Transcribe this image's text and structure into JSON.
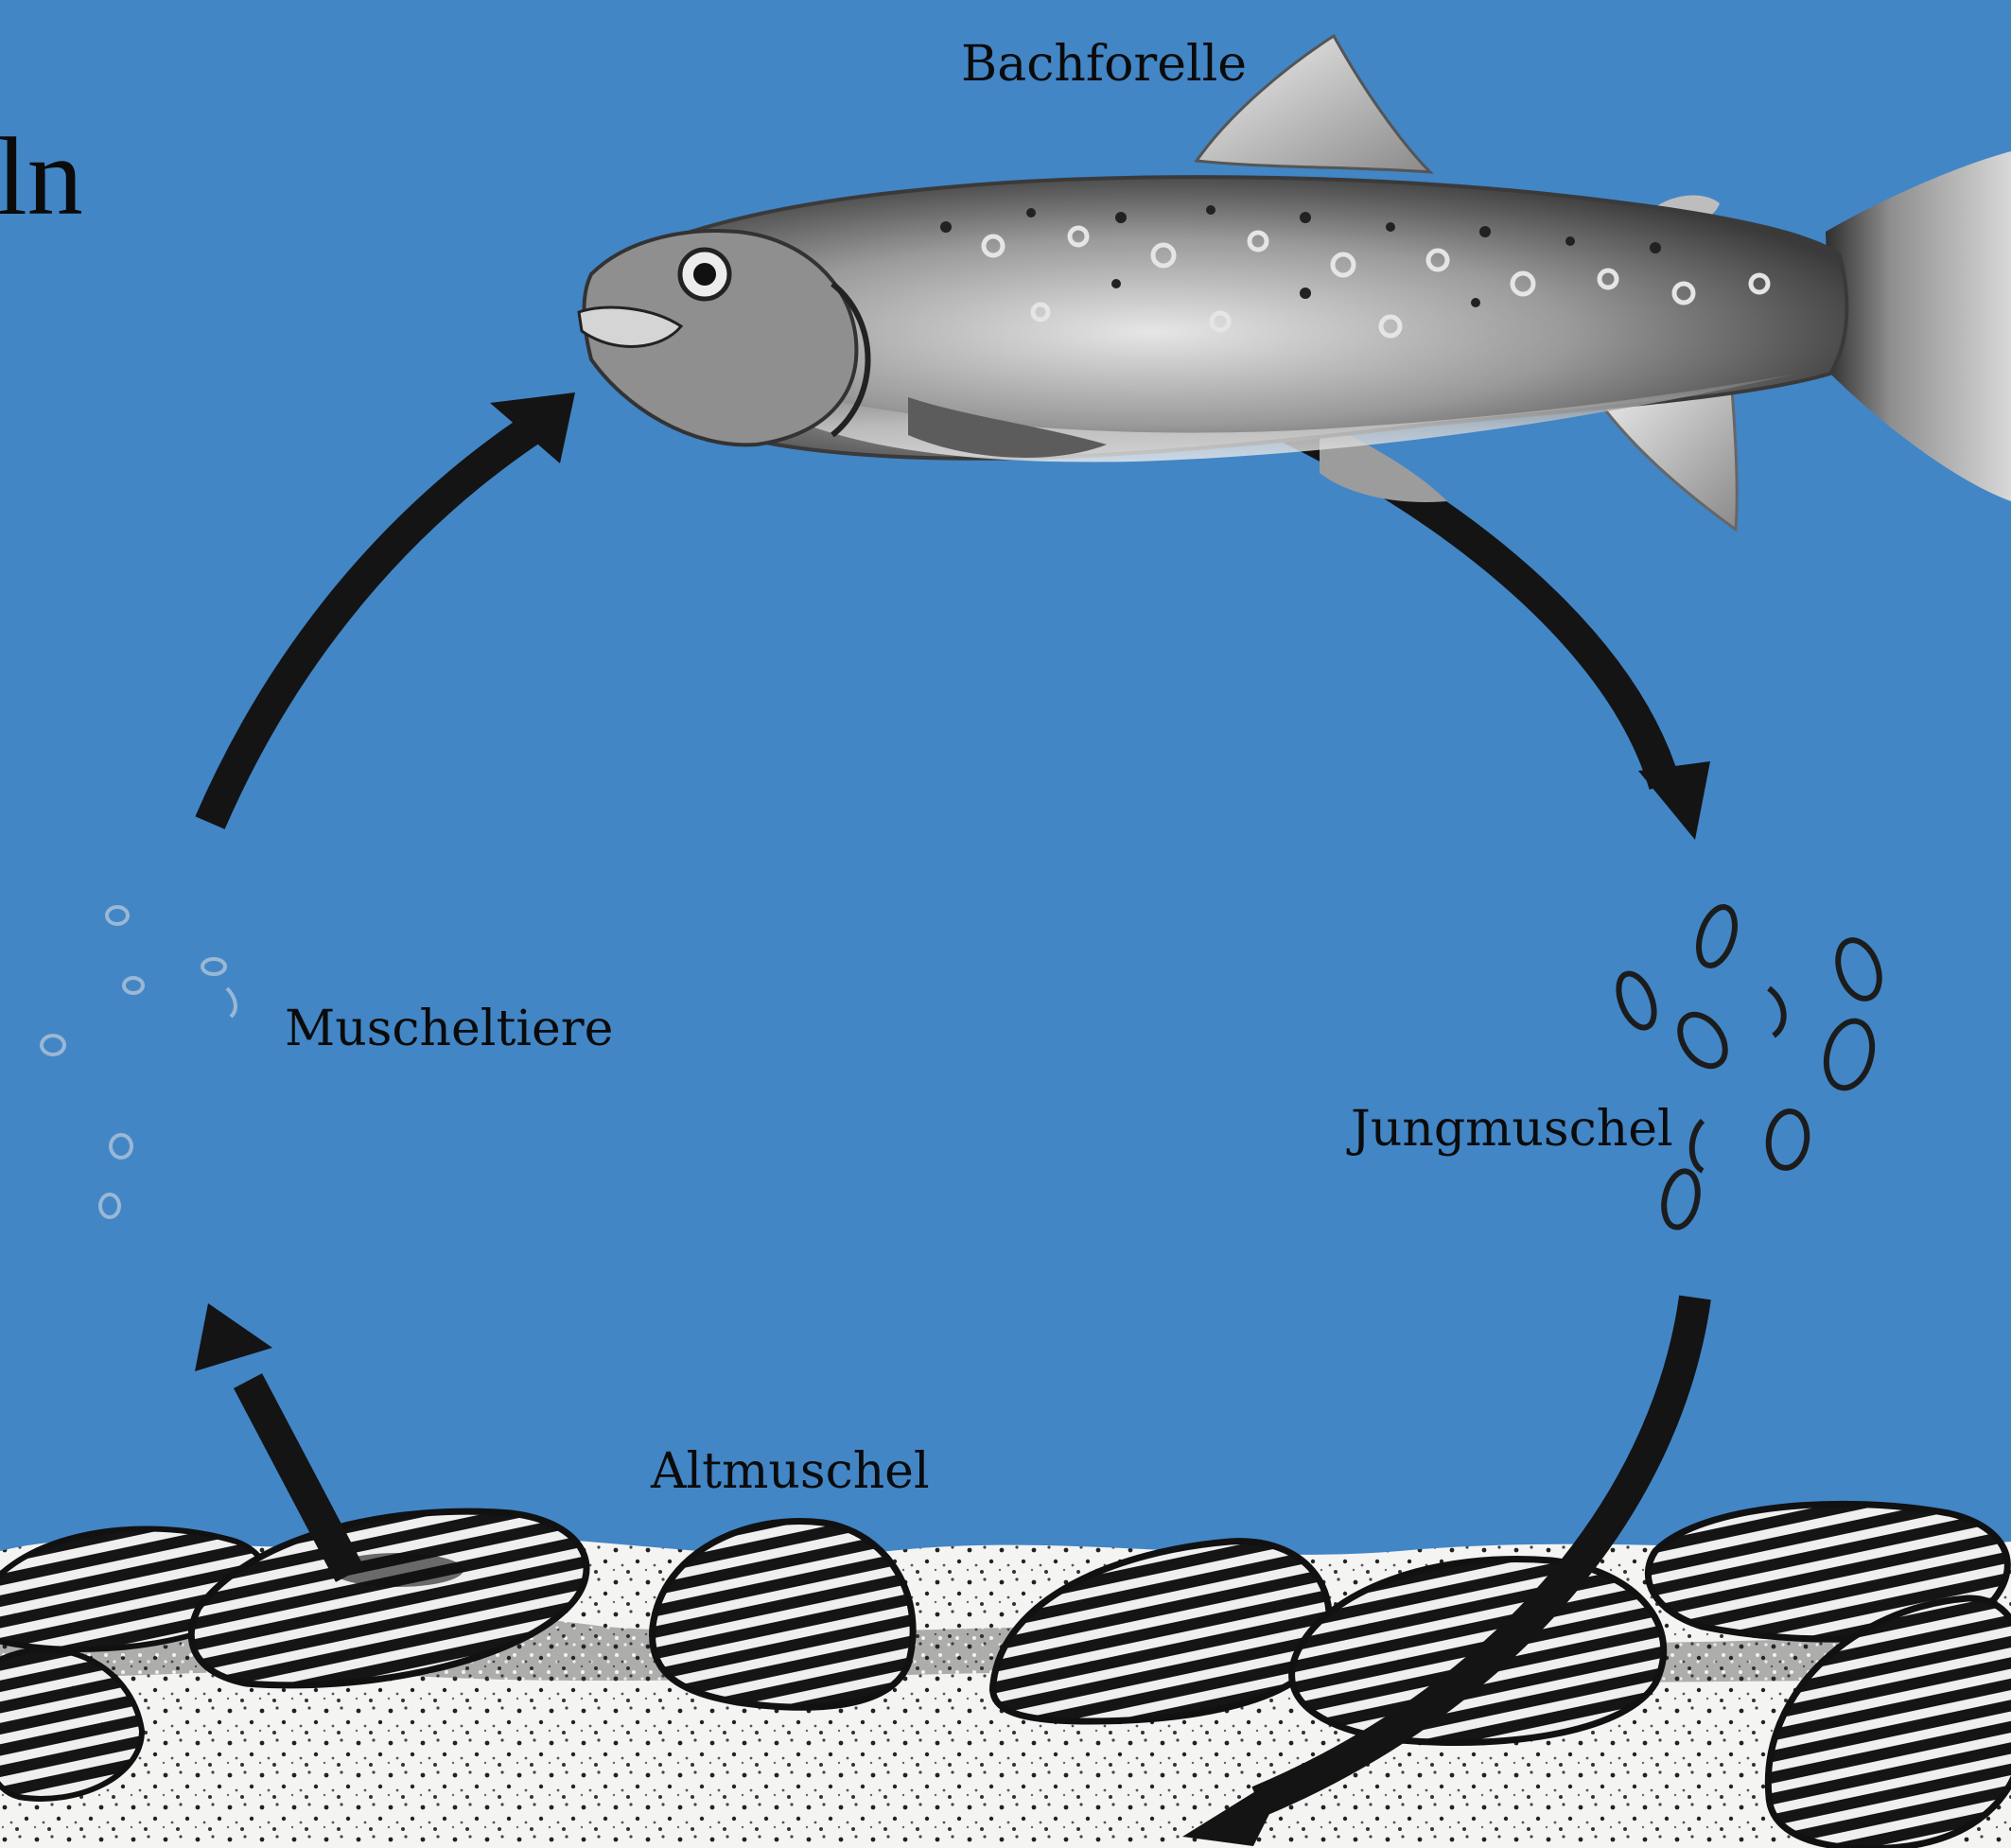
{
  "heading_fragment": "ln",
  "labels": {
    "bachforelle": "Bachforelle",
    "muscheltiere": "Muscheltiere",
    "jungmuschel": "Jungmuschel",
    "altmuschel": "Altmuschel"
  },
  "colors": {
    "background": "#4286c6",
    "arrow": "#141414",
    "text": "#0b0b0b",
    "riverbed": "#f4f4f2",
    "mussel_shell": "#1a1a1a"
  },
  "icons": {
    "fish": "brown-trout-illustration",
    "juvenile_mussels": "small-ring-shells",
    "larvae": "mussel-larvae-dots",
    "adult_mussels": "mussel-bed-illustration",
    "cycle_arrows": "curved-arrows"
  }
}
